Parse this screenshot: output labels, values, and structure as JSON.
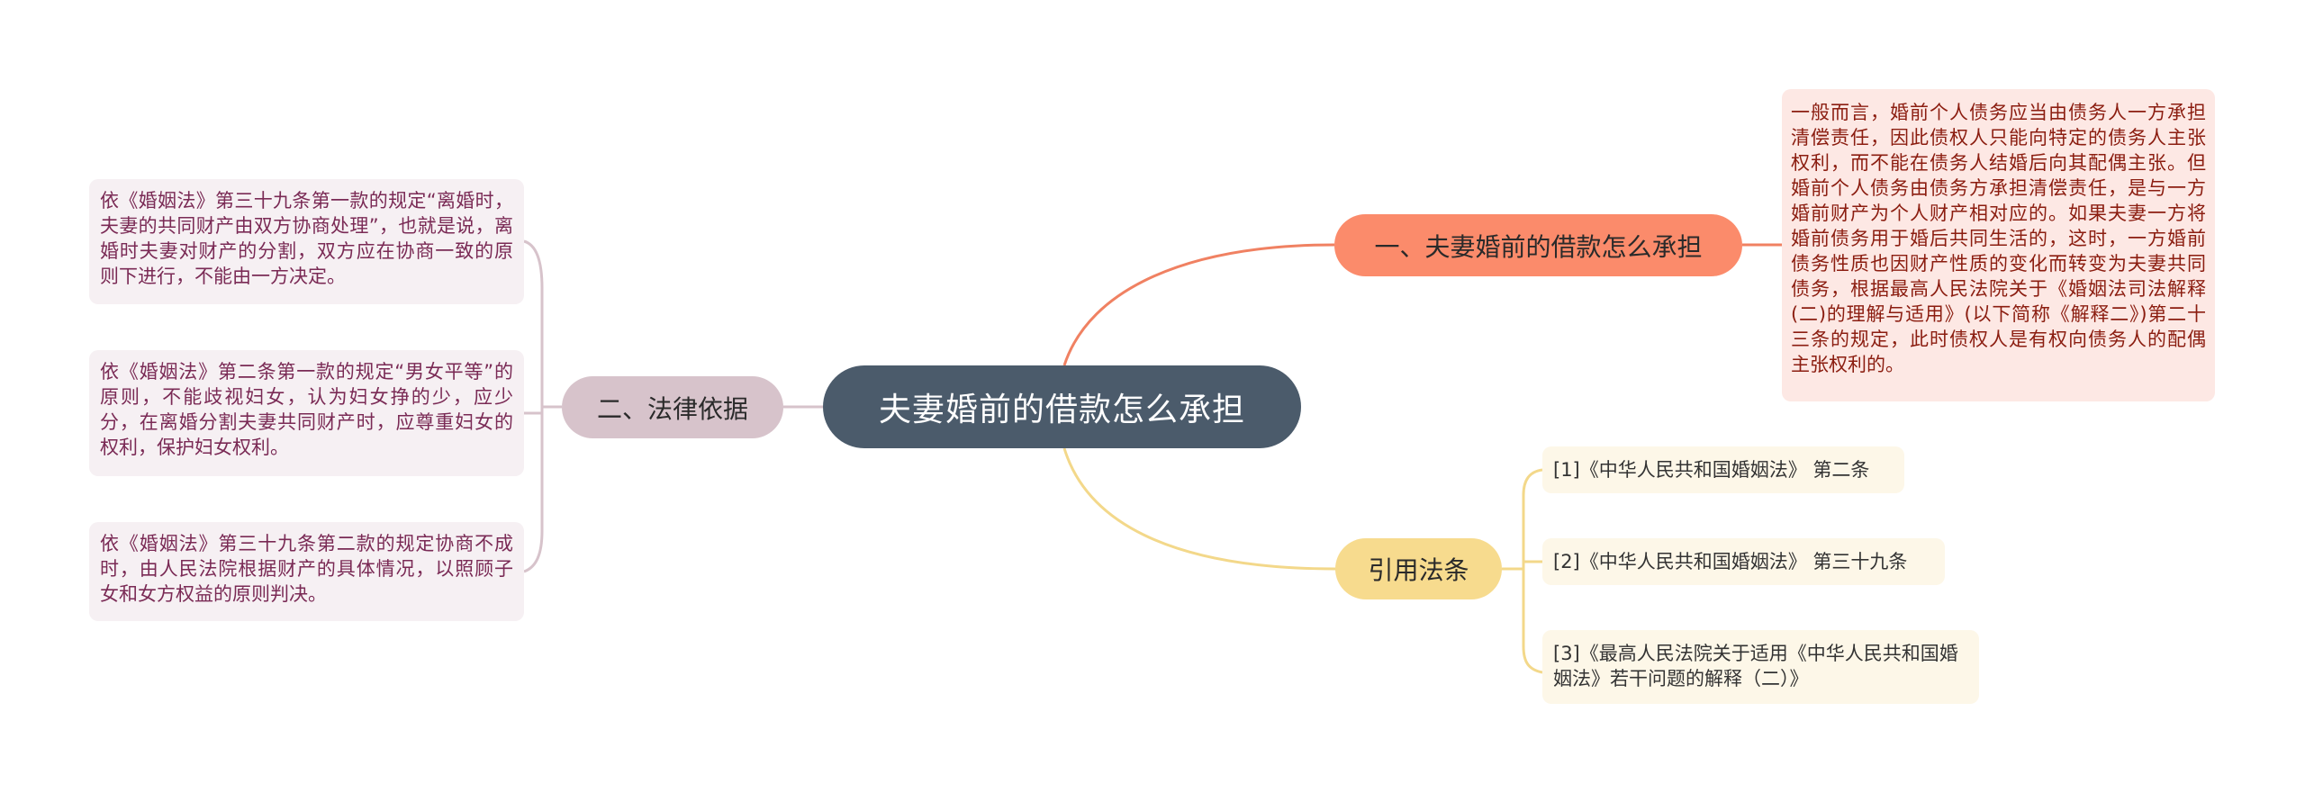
{
  "mindmap": {
    "root": {
      "label": "夫妻婚前的借款怎么承担",
      "color": "#4b5b6b"
    },
    "branches": [
      {
        "label": "一、夫妻婚前的借款怎么承担",
        "color": "#fb8b6b",
        "children": [
          {
            "text": "一般而言，婚前个人债务应当由债务人一方承担清偿责任，因此债权人只能向特定的债务人主张权利，而不能在债务人结婚后向其配偶主张。但婚前个人债务由债务方承担清偿责任，是与一方婚前财产为个人财产相对应的。如果夫妻一方将婚前债务用于婚后共同生活的，这时，一方婚前债务性质也因财产性质的变化而转变为夫妻共同债务，根据最高人民法院关于《婚姻法司法解释(二)的理解与适用》(以下简称《解释二》)第二十三条的规定，此时债权人是有权向债务人的配偶主张权利的。"
          }
        ]
      },
      {
        "label": "引用法条",
        "color": "#f7db8e",
        "children": [
          {
            "text": "[1]《中华人民共和国婚姻法》 第二条"
          },
          {
            "text": "[2]《中华人民共和国婚姻法》 第三十九条"
          },
          {
            "text": "[3]《最高人民法院关于适用《中华人民共和国婚姻法》若干问题的解释（二）》"
          }
        ]
      },
      {
        "label": "二、法律依据",
        "color": "#d7c3cb",
        "children": [
          {
            "text": "依《婚姻法》第三十九条第一款的规定“离婚时，夫妻的共同财产由双方协商处理”，也就是说，离婚时夫妻对财产的分割，双方应在协商一致的原则下进行，不能由一方决定。"
          },
          {
            "text": "依《婚姻法》第二条第一款的规定“男女平等”的原则，不能歧视妇女，认为妇女挣的少，应少分，在离婚分割夫妻共同财产时，应尊重妇女的权利，保护妇女权利。"
          },
          {
            "text": "依《婚姻法》第三十九条第二款的规定协商不成时，由人民法院根据财产的具体情况，以照顾子女和女方权益的原则判决。"
          }
        ]
      }
    ]
  }
}
